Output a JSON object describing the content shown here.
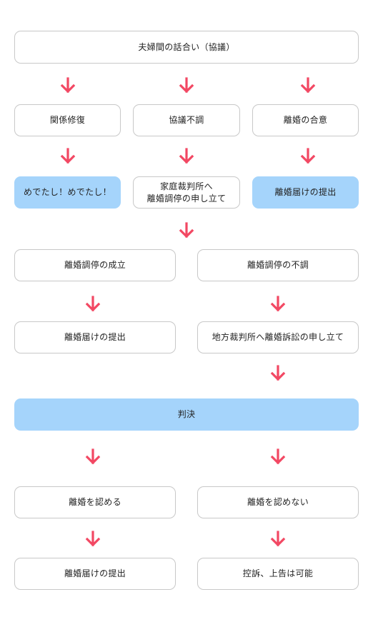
{
  "nodes": {
    "discussion": "夫婦間の話合い（協議）",
    "reconcile": "関係修復",
    "no_agreement": "協議不調",
    "agree_divorce": "離婚の合意",
    "happy": "めでたし！めでたし！",
    "mediation_line1": "家庭裁判所へ",
    "mediation_line2": "離婚調停の申し立て",
    "notice_1": "離婚届けの提出",
    "mediation_success": "離婚調停の成立",
    "mediation_fail": "離婚調停の不調",
    "notice_2": "離婚届けの提出",
    "lawsuit": "地方裁判所へ離婚訴訟の申し立て",
    "judgment": "判決",
    "approve": "離婚を認める",
    "reject": "離婚を認めない",
    "notice_3": "離婚届けの提出",
    "appeal": "控訴、上告は可能"
  },
  "colors": {
    "arrow": "#f24863",
    "highlight": "#a5d4fb",
    "border": "#c8c8c8"
  }
}
